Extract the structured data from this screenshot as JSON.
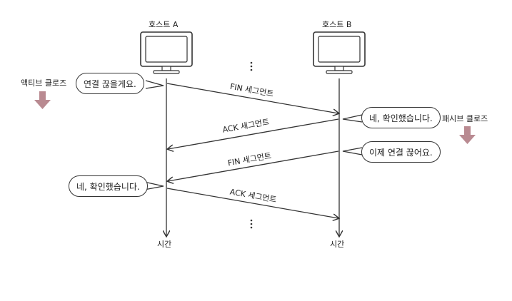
{
  "hosts": {
    "a": "호스트 A",
    "b": "호스트 B"
  },
  "time_label": "시간",
  "roles": {
    "active": "액티브 클로즈",
    "passive": "패시브 클로즈"
  },
  "messages": {
    "fin1": "FIN 세그먼트",
    "ack1": "ACK 세그먼트",
    "fin2": "FIN 세그먼트",
    "ack2": "ACK 세그먼트"
  },
  "bubbles": {
    "a_close": "연결 끊을게요.",
    "b_confirm": "네, 확인했습니다.",
    "b_close": "이제 연결 끊어요.",
    "a_confirm": "네, 확인했습니다."
  },
  "colors": {
    "line": "#333333",
    "role_arrow": "#b98a91"
  }
}
